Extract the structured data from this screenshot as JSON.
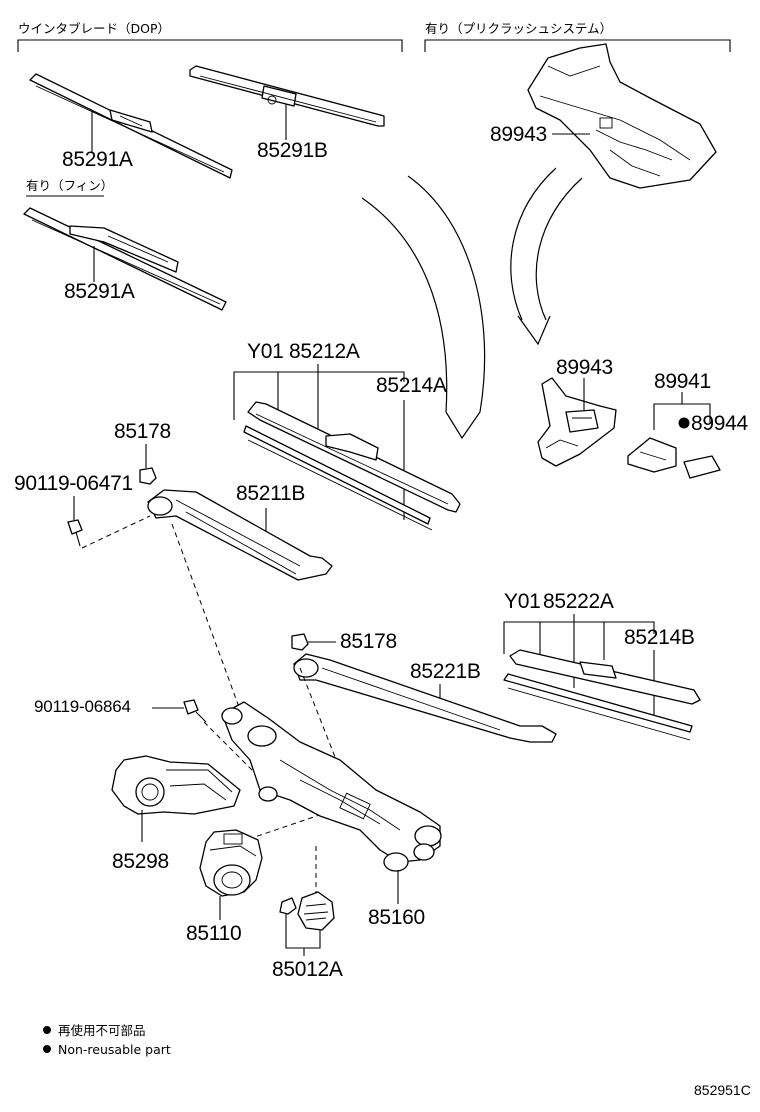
{
  "headers": {
    "left": "ウインタブレード（DOP）",
    "right": "有り（プリクラッシュシステム）",
    "fin": "有り（フィン）"
  },
  "parts": {
    "p85291A_top": "85291A",
    "p85291B": "85291B",
    "p85291A_fin": "85291A",
    "p89943_top": "89943",
    "p89943_mid": "89943",
    "p89941": "89941",
    "p89944": "89944",
    "p85212A_prefix": "Y01",
    "p85212A": "85212A",
    "p85214A": "85214A",
    "p85178_a": "85178",
    "p90119_06471": "90119-06471",
    "p85211B": "85211B",
    "p85222A_prefix": "Y01",
    "p85222A": "85222A",
    "p85214B": "85214B",
    "p85178_b": "85178",
    "p85221B": "85221B",
    "p90119_06864": "90119-06864",
    "p85298": "85298",
    "p85110": "85110",
    "p85160": "85160",
    "p85012A": "85012A"
  },
  "legend": {
    "jp": "再使用不可部品",
    "en": "Non-reusable part"
  },
  "figure_id": "852951C"
}
